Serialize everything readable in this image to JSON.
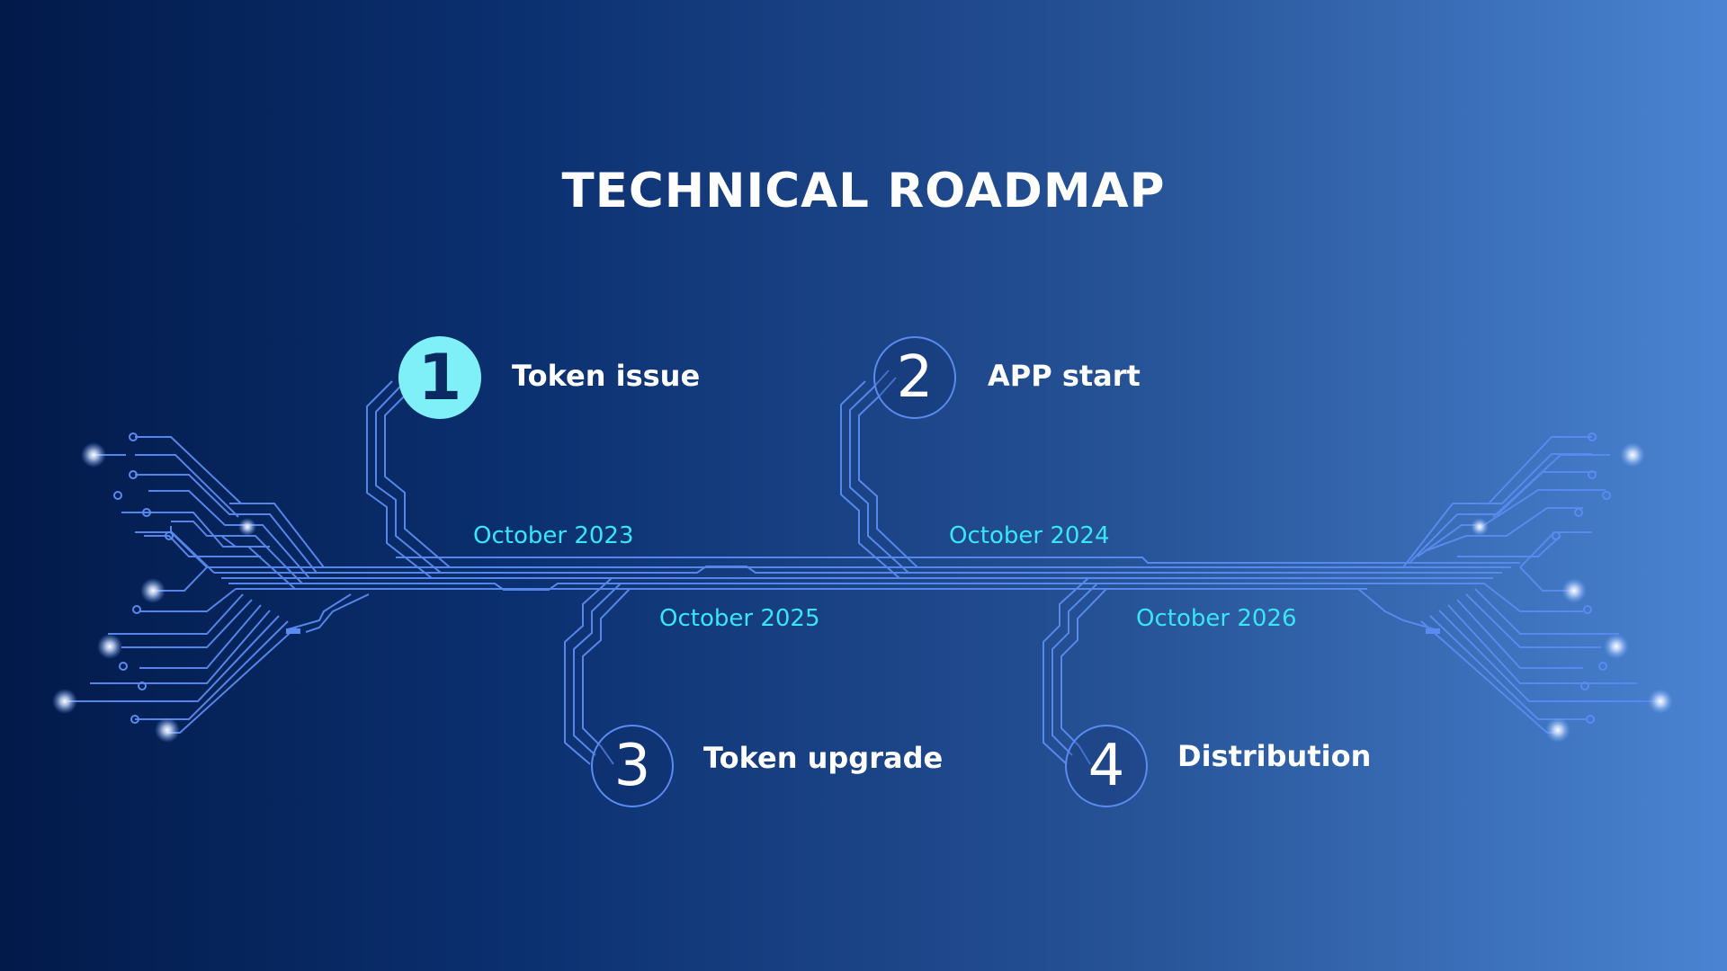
{
  "title": "TECHNICAL ROADMAP",
  "milestones": [
    {
      "number": "1",
      "label": "Token issue",
      "date": "October 2023",
      "state": "active"
    },
    {
      "number": "2",
      "label": "APP start",
      "date": "October 2024",
      "state": "inactive"
    },
    {
      "number": "3",
      "label": "Token upgrade",
      "date": "October 2025",
      "state": "inactive"
    },
    {
      "number": "4",
      "label": "Distribution",
      "date": "October 2026",
      "state": "inactive"
    }
  ],
  "colors": {
    "background_start": "#021a4a",
    "background_end": "#4a84d2",
    "circuit_line": "#5a8bf0",
    "date_text": "#38e6f5",
    "active_circle": "#7ff0f7"
  }
}
